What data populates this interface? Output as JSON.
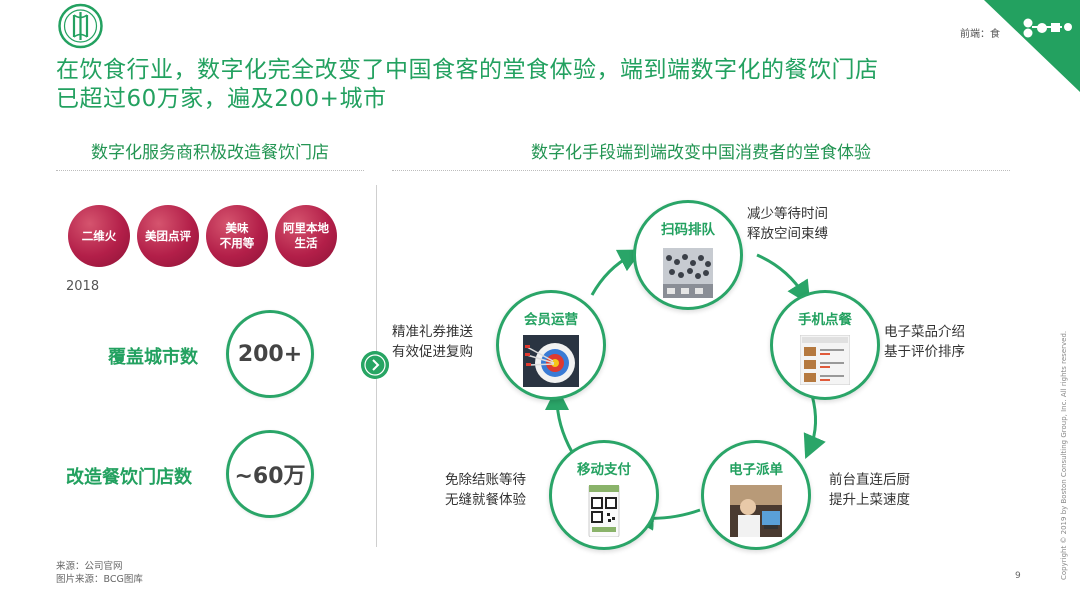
{
  "header": {
    "section_tag": "前端：食",
    "title_line1": "在饮食行业，数字化完全改变了中国食客的堂食体验，端到端数字化的餐饮门店",
    "title_line2": "已超过60万家，遍及200+城市",
    "brand_color": "#23a160",
    "logo_icon": "bcg-monogram-logo",
    "corner_icon": "network-nodes-icon"
  },
  "left": {
    "heading": "数字化服务商积极改造餐饮门店",
    "brands": [
      {
        "name": "二维火"
      },
      {
        "name": "美团点评"
      },
      {
        "name": "美味\n不用等"
      },
      {
        "name": "阿里本地\n生活"
      }
    ],
    "brand_color": "#b31f49",
    "year": "2018",
    "stats": [
      {
        "label": "覆盖城市数",
        "value": "200+"
      },
      {
        "label": "改造餐饮门店数",
        "value": "~60万"
      }
    ]
  },
  "right": {
    "heading": "数字化手段端到端改变中国消费者的堂食体验",
    "steps": [
      {
        "label": "扫码排队",
        "desc_line1": "减少等待时间",
        "desc_line2": "释放空间束缚",
        "image": "crowd-queue-photo"
      },
      {
        "label": "手机点餐",
        "desc_line1": "电子菜品介绍",
        "desc_line2": "基于评价排序",
        "image": "mobile-menu-screenshot"
      },
      {
        "label": "电子派单",
        "desc_line1": "前台直连后厨",
        "desc_line2": "提升上菜速度",
        "image": "kitchen-order-photo"
      },
      {
        "label": "移动支付",
        "desc_line1": "免除结账等待",
        "desc_line2": "无缝就餐体验",
        "image": "qr-payment-screen"
      },
      {
        "label": "会员运营",
        "desc_line1": "精准礼券推送",
        "desc_line2": "有效促进复购",
        "image": "dart-target-photo"
      }
    ]
  },
  "footer": {
    "source": "来源：公司官网",
    "image_source": "图片来源：BCG图库",
    "page": "9",
    "copyright": "Copyright © 2019 by Boston Consulting Group, Inc. All rights reserved."
  }
}
